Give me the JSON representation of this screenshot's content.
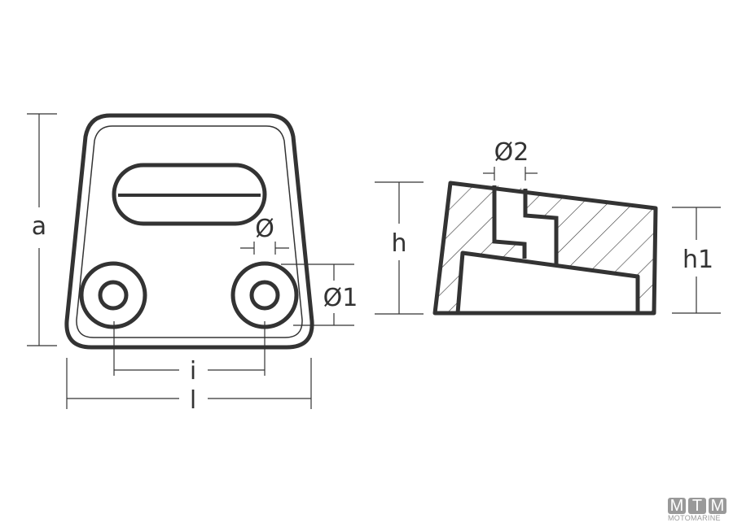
{
  "labels": {
    "a": "a",
    "i": "i",
    "l": "l",
    "diameter": "Ø",
    "diameter1": "Ø1",
    "diameter2": "Ø2",
    "h": "h",
    "h1": "h1"
  },
  "logo": {
    "letters": [
      "M",
      "T",
      "M"
    ],
    "subtitle": "MOTOMARINE"
  },
  "colors": {
    "line": "#333333",
    "logo": "#999999"
  }
}
